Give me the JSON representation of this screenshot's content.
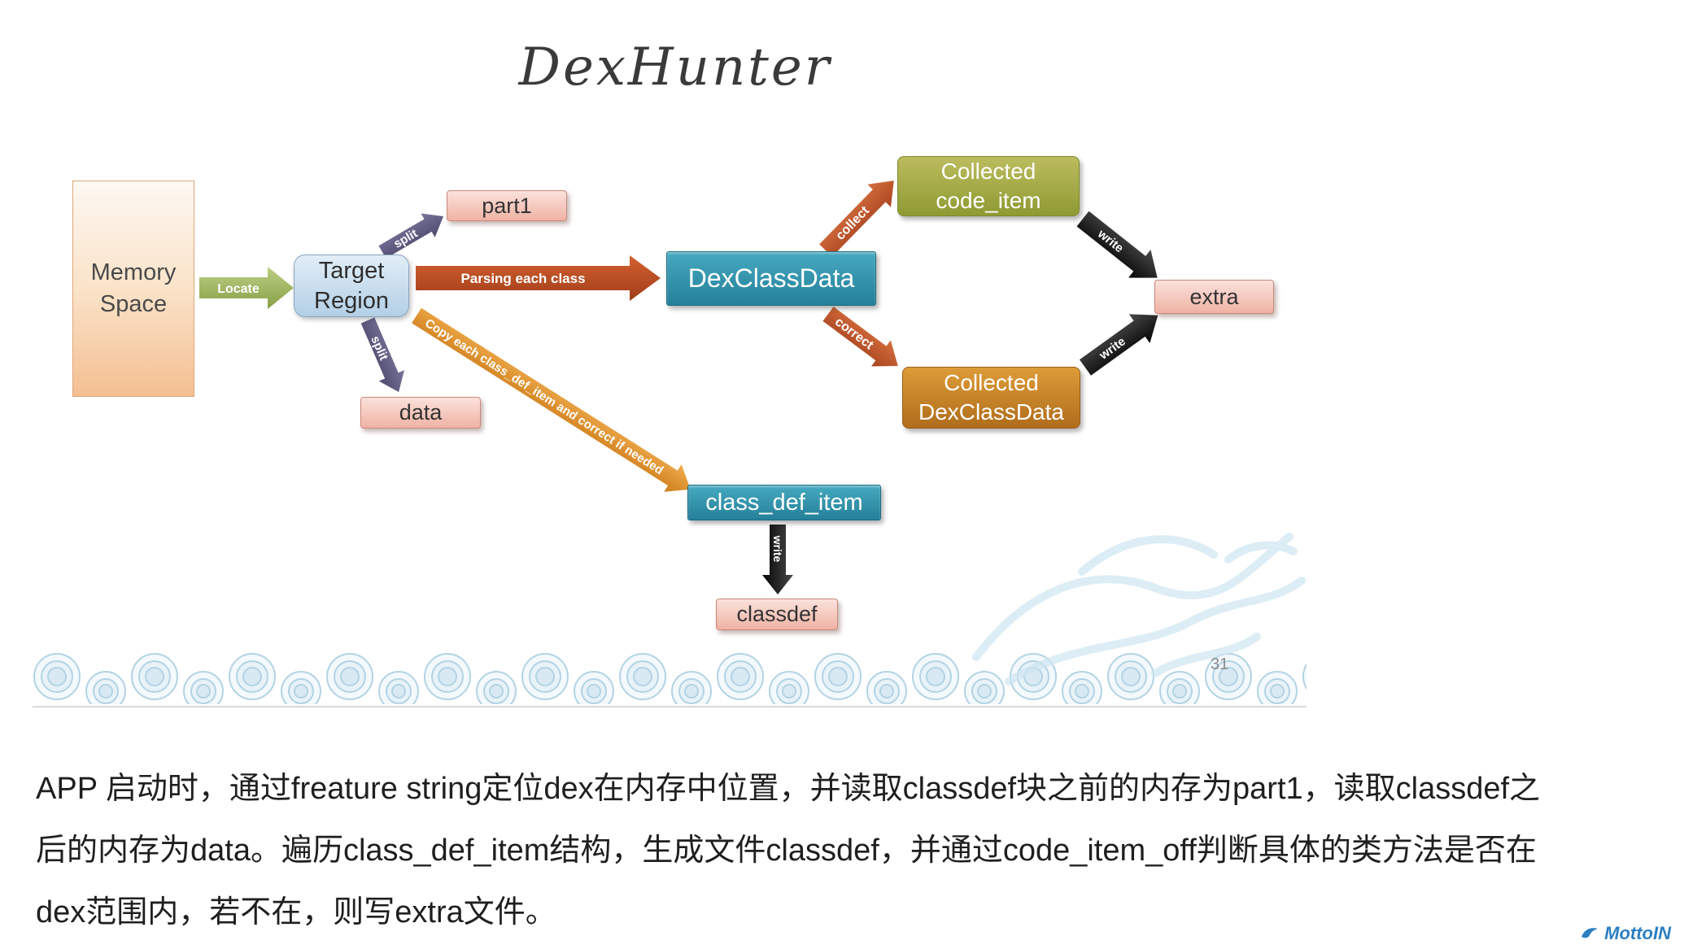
{
  "slide": {
    "title": "DexHunter",
    "page_number": "31"
  },
  "diagram": {
    "nodes": {
      "memory_space": {
        "label": "Memory\nSpace"
      },
      "target_region": {
        "label": "Target\nRegion"
      },
      "part1": {
        "label": "part1"
      },
      "data": {
        "label": "data"
      },
      "dex_class_data": {
        "label": "DexClassData"
      },
      "class_def_item": {
        "label": "class_def_item"
      },
      "classdef": {
        "label": "classdef"
      },
      "collected_code_item": {
        "label": "Collected\ncode_item"
      },
      "collected_dex_class_data": {
        "label": "Collected\nDexClassData"
      },
      "extra": {
        "label": "extra"
      }
    },
    "arrows": {
      "locate": {
        "label": "Locate",
        "color": "#9db058"
      },
      "split_up": {
        "label": "split",
        "color": "#5f5c7d"
      },
      "split_down": {
        "label": "split",
        "color": "#5f5c7d"
      },
      "parsing": {
        "label": "Parsing each class",
        "color": "#bf4f27"
      },
      "copy": {
        "label": "Copy each class_def_item and correct if needed",
        "color": "#e2902f"
      },
      "collect": {
        "label": "collect",
        "color": "#c25432"
      },
      "correct": {
        "label": "correct",
        "color": "#c25432"
      },
      "write_top": {
        "label": "write",
        "color": "#1a1a1a"
      },
      "write_bottom": {
        "label": "write",
        "color": "#1a1a1a"
      },
      "write_down": {
        "label": "write",
        "color": "#1a1a1a"
      }
    },
    "palette": {
      "node_pink": "#f0b2a4",
      "node_teal": "#2e8fa8",
      "node_olive": "#9aa23e",
      "node_orange": "#c5821f",
      "node_blue": "#b3cfe6",
      "node_peach": "#f4bf92"
    }
  },
  "caption": {
    "line1": "APP 启动时，通过freature string定位dex在内存中位置，并读取classdef块之前的内存为part1，读取classdef之",
    "line2": "后的内存为data。遍历class_def_item结构，生成文件classdef，并通过code_item_off判断具体的类方法是否在",
    "line3": "dex范围内，若不在，则写extra文件。"
  },
  "watermark": {
    "label": "MottoIN"
  }
}
